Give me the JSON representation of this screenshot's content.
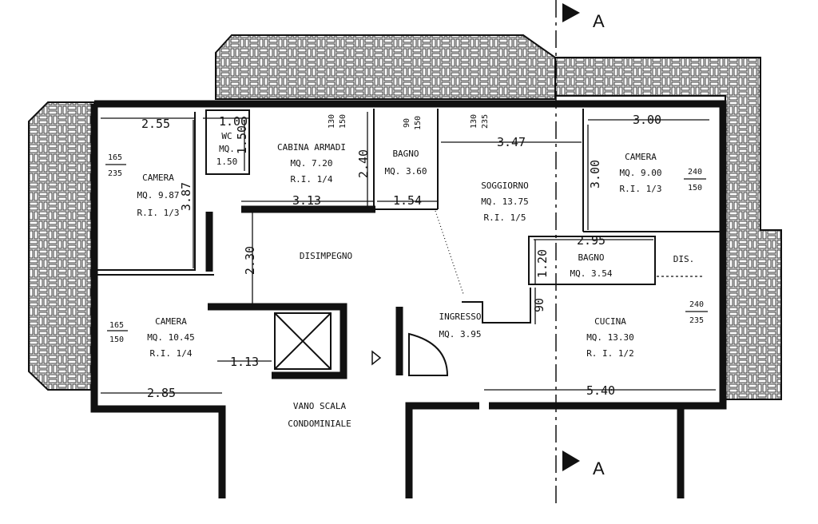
{
  "section_label": "A",
  "rooms": {
    "camera1": {
      "name": "CAMERA",
      "area": "MQ. 9.87",
      "ri": "R.I. 1/3"
    },
    "wc": {
      "name": "WC",
      "area_label": "MQ.",
      "area": "1.50"
    },
    "cabina": {
      "name": "CABINA ARMADI",
      "area": "MQ. 7.20",
      "ri": "R.I. 1/4"
    },
    "bagno1": {
      "name": "BAGNO",
      "area": "MQ. 3.60"
    },
    "soggiorno": {
      "name": "SOGGIORNO",
      "area": "MQ. 13.75",
      "ri": "R.I. 1/5"
    },
    "camera2": {
      "name": "CAMERA",
      "area": "MQ. 9.00",
      "ri": "R.I. 1/3"
    },
    "disimpegno": {
      "name": "DISIMPEGNO"
    },
    "bagno2": {
      "name": "BAGNO",
      "area": "MQ. 3.54"
    },
    "dis": {
      "name": "DIS."
    },
    "camera3": {
      "name": "CAMERA",
      "area": "MQ. 10.45",
      "ri": "R.I. 1/4"
    },
    "ingresso": {
      "name": "INGRESSO",
      "area": "MQ. 3.95"
    },
    "cucina": {
      "name": "CUCINA",
      "area": "MQ. 13.30",
      "ri": "R. I. 1/2"
    },
    "vano": {
      "line1": "VANO SCALA",
      "line2": "CONDOMINIALE"
    }
  },
  "dimensions": {
    "d255": "2.55",
    "d100": "1.00",
    "d150": "1.50",
    "d387": "3.87",
    "d240": "2.40",
    "d313": "3.13",
    "d154": "1.54",
    "d347": "3.47",
    "d300h": "3.00",
    "d300v": "3.00",
    "d295": "2.95",
    "d120": "1.20",
    "d230": "2.30",
    "d090": "90",
    "d113": "1.13",
    "d285": "2.85",
    "d540": "5.40"
  },
  "windows": {
    "w1": [
      "165",
      "235"
    ],
    "w2": [
      "165",
      "150"
    ],
    "w3": [
      "240",
      "150"
    ],
    "w4": [
      "240",
      "235"
    ],
    "w5": [
      "130",
      "150"
    ],
    "w6": [
      "90",
      "150"
    ],
    "w7": [
      "130",
      "235"
    ]
  }
}
